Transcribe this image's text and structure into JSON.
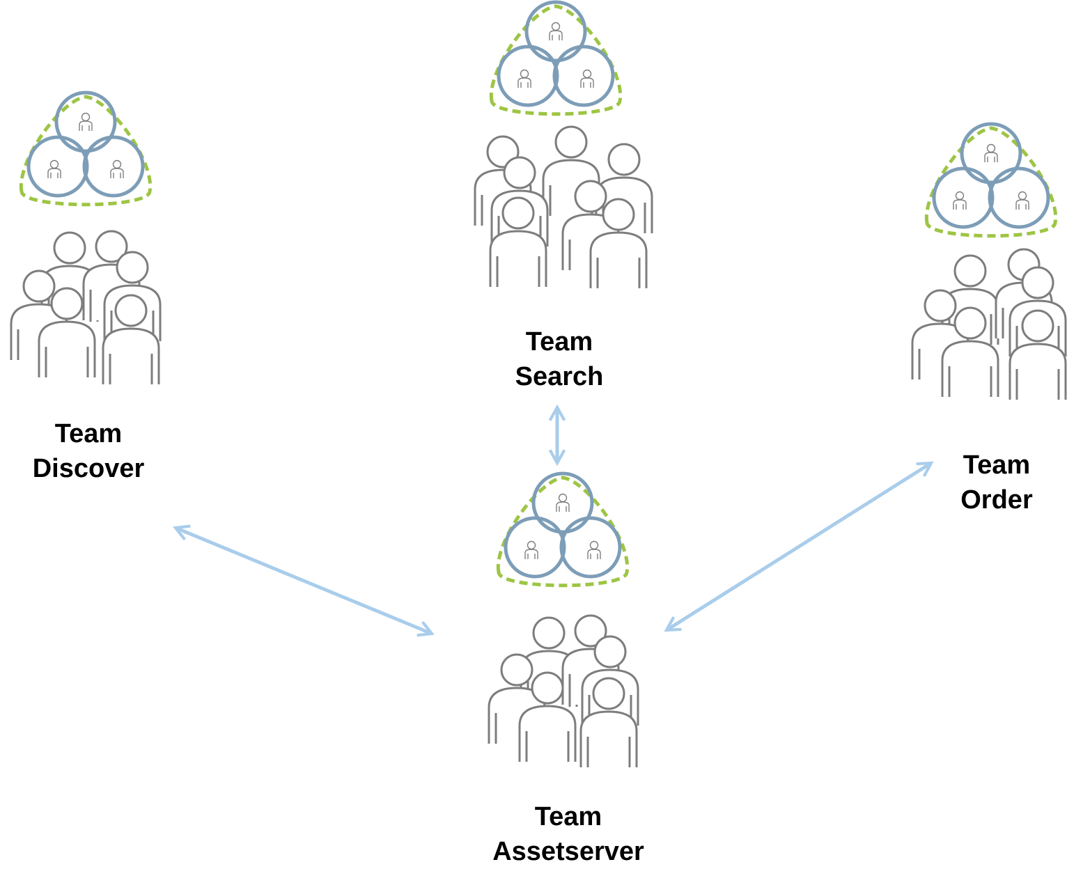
{
  "teams": [
    {
      "id": "discover",
      "line1": "Team",
      "line2": "Discover"
    },
    {
      "id": "search",
      "line1": "Team",
      "line2": "Search"
    },
    {
      "id": "order",
      "line1": "Team",
      "line2": "Order"
    },
    {
      "id": "assetserver",
      "line1": "Team",
      "line2": "Assetserver"
    }
  ],
  "connections": [
    {
      "from": "search",
      "to": "assetserver",
      "bidirectional": true
    },
    {
      "from": "discover",
      "to": "assetserver",
      "bidirectional": true
    },
    {
      "from": "order",
      "to": "assetserver",
      "bidirectional": true
    }
  ],
  "colors": {
    "dashed_outline": "#9dc544",
    "venn_circle": "#7d9db7",
    "person_outline": "#7d7d7d",
    "arrow": "#a9cdeb",
    "text": "#000000"
  },
  "icons": {
    "cluster": "venn-cluster-icon",
    "crowd": "crowd-icon"
  }
}
